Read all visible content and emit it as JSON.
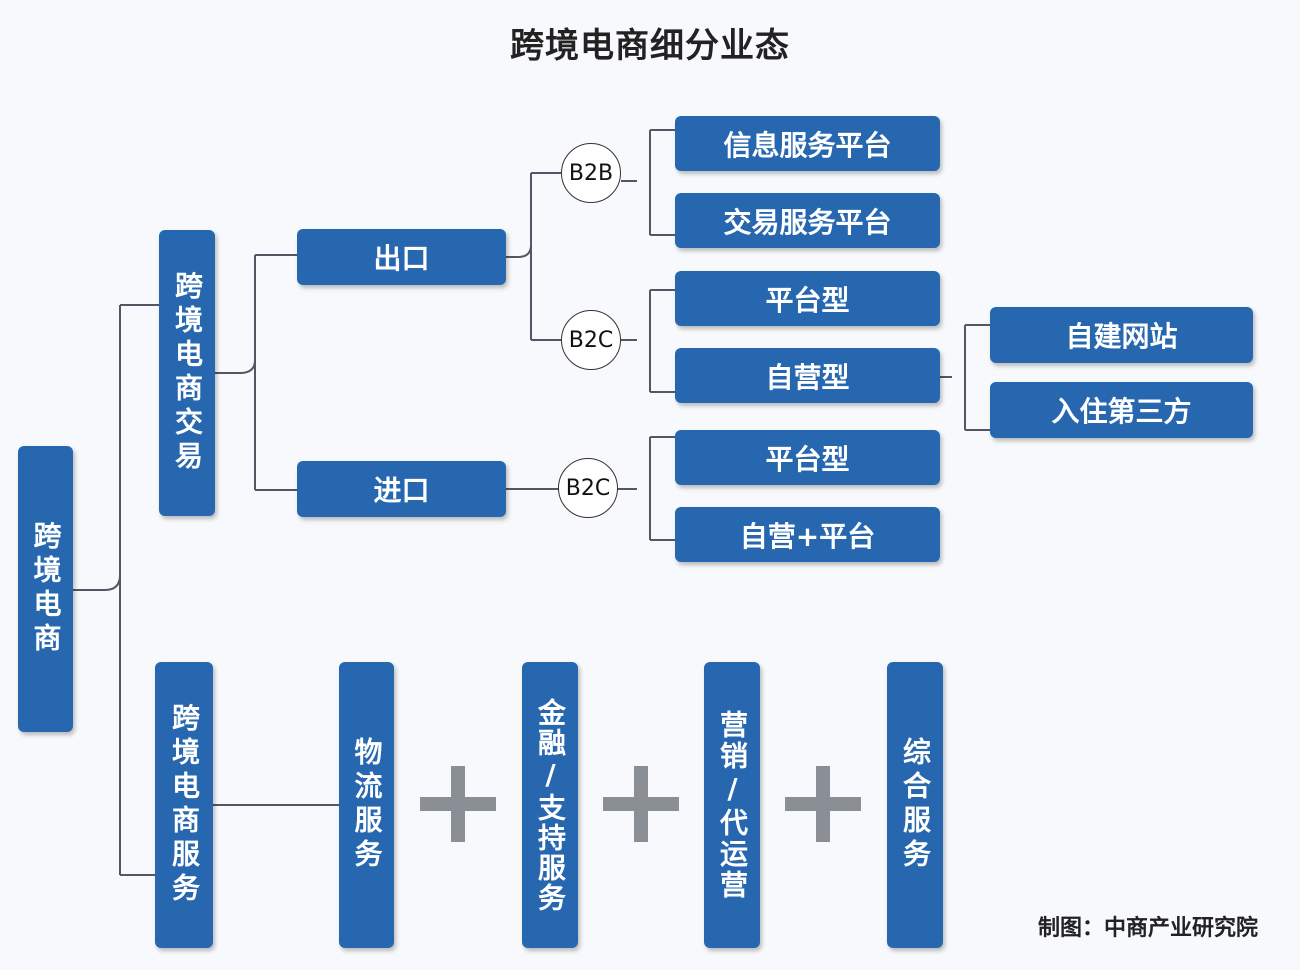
{
  "title": "跨境电商细分业态",
  "root": "跨境电商",
  "trade": "跨境电商交易",
  "service": "跨境电商服务",
  "export": "出口",
  "import": "进口",
  "circles": {
    "b2b": "B2B",
    "b2c_export": "B2C",
    "b2c_import": "B2C"
  },
  "b2b_items": [
    "信息服务平台",
    "交易服务平台"
  ],
  "b2c_export_items": [
    "平台型",
    "自营型"
  ],
  "self_items": [
    "自建网站",
    "入住第三方"
  ],
  "b2c_import_items": [
    "平台型",
    "自营+平台"
  ],
  "services": [
    "物流服务",
    "金融/支持服务",
    "营销/代运营",
    "综合服务"
  ],
  "caption": "制图：中商产业研究院",
  "colors": {
    "box": "#2667b0",
    "line": "#555555",
    "plus": "#8a8f96"
  }
}
